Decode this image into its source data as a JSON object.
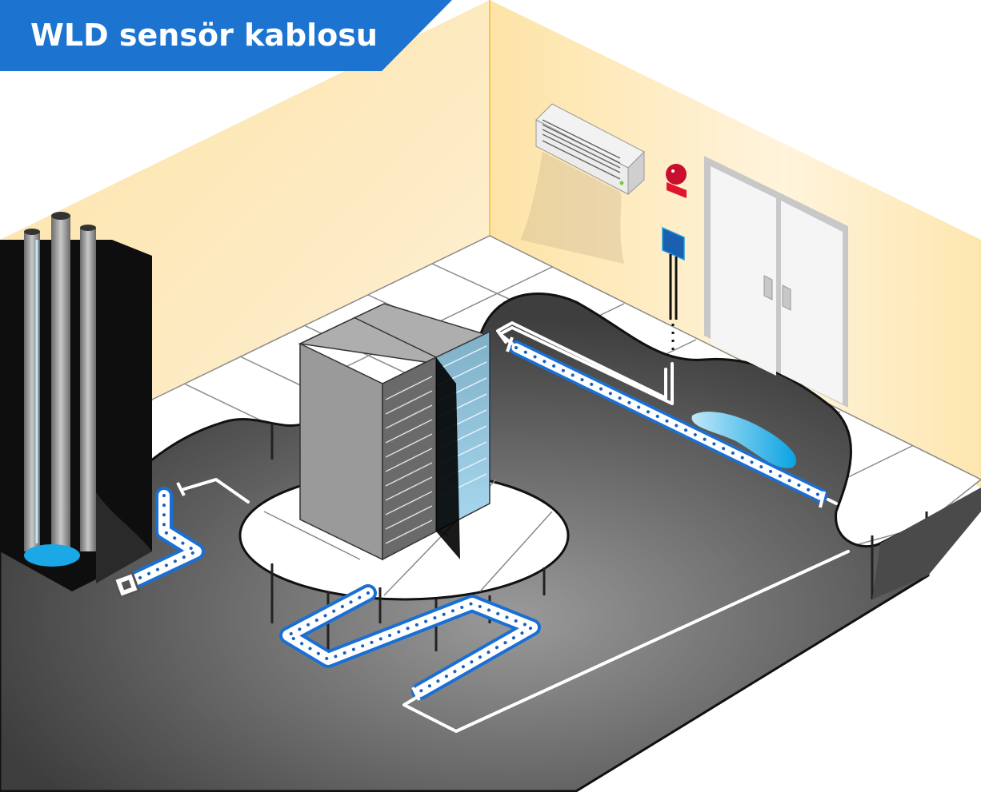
{
  "title": "WLD sensör kablosu",
  "colors": {
    "banner": "#1c74d0",
    "wall": "#fde8b4",
    "wall_light": "#fff5dc",
    "wall_edge": "#f2c94c",
    "subfloor": "#5a5a5a",
    "tile": "#ffffff",
    "tile_line": "#8a8a8a",
    "sensor_cable_border": "#1a6fd4",
    "sensor_cable_dot": "#1a5fc0",
    "water": "#1aa8e6",
    "rack": "#9a9a9a",
    "alarm_bell": "#d4102a",
    "panel_box": "#1a5fb0"
  },
  "scene": {
    "objects": [
      "air-conditioner",
      "alarm-bell",
      "control-panel",
      "double-door",
      "server-rack",
      "pipes",
      "raised-floor",
      "sensor-cable",
      "water-leak"
    ]
  }
}
